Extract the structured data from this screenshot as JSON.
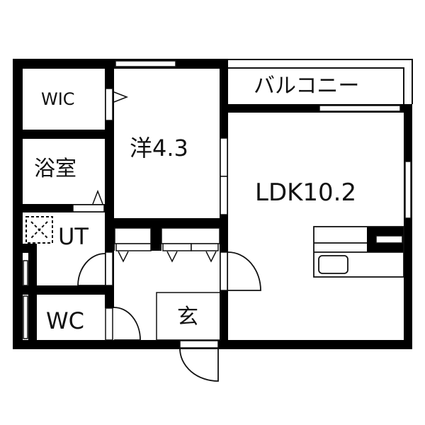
{
  "floorplan": {
    "colors": {
      "wall": "#000000",
      "background": "#ffffff",
      "line": "#111111"
    },
    "rooms": {
      "wic": {
        "label": "WIC"
      },
      "western": {
        "label": "洋4.3"
      },
      "bath": {
        "label": "浴室"
      },
      "utility": {
        "label": "UT"
      },
      "toilet": {
        "label": "WC"
      },
      "entrance": {
        "label": "玄"
      },
      "ldk": {
        "label": "LDK10.2"
      },
      "balcony": {
        "label": "バルコニー"
      }
    }
  }
}
